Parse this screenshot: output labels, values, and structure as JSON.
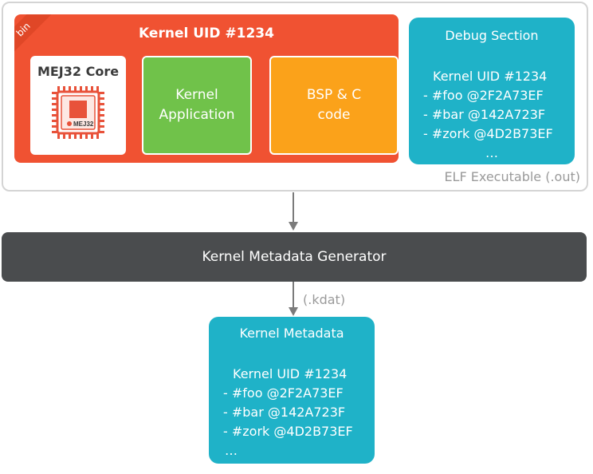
{
  "elf_label": "ELF Executable (.out)",
  "kernel": {
    "title": "Kernel UID #1234",
    "ribbon": "bin",
    "core_label": "MEJ32 Core",
    "chip_brand": "MEJ32",
    "application_lines": [
      "Kernel",
      "Application"
    ],
    "bsp_lines": [
      "BSP & C",
      "code"
    ]
  },
  "debug": {
    "title": "Debug Section",
    "uid_line": "Kernel UID  #1234",
    "entries": [
      "- #foo  @2F2A73EF",
      "- #bar  @142A723F",
      "- #zork @4D2B73EF",
      "…"
    ]
  },
  "generator_label": "Kernel Metadata Generator",
  "output_ext": "(.kdat)",
  "metadata": {
    "title": "Kernel Metadata",
    "uid_line": "Kernel UID  #1234",
    "entries": [
      "- #foo  @2F2A73EF",
      "- #bar  @142A723F",
      "- #zork @4D2B73EF",
      "…"
    ]
  },
  "colors": {
    "kernel": "#f05232",
    "application": "#70c24a",
    "bsp": "#fba21a",
    "debug": "#1fb2c8",
    "generator": "#4a4c4e"
  }
}
